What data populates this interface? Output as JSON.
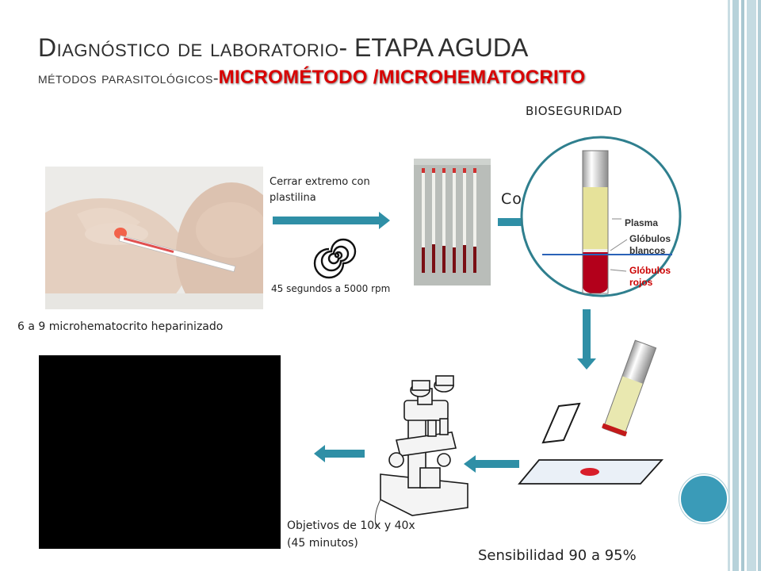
{
  "title": {
    "line1_small_caps": "Diagnóstico de laboratorio",
    "line1_rest": "- ETAPA AGUDA",
    "line2_small_caps": "métodos parasitológicos",
    "line2_dash": "-",
    "line2_highlight": "MICROMÉTODO /MICROHEMATOCRITO"
  },
  "labels": {
    "bioseguridad": "BIOSEGURIDAD",
    "cerrar": "Cerrar extremo con plastilina",
    "centrifuga": "45 segundos a 5000 rpm",
    "cortar": "Cortar",
    "microhematocrito": "6 a 9 microhematocrito heparinizado",
    "objetivos_1": "Objetivos de 10x y 40x",
    "objetivos_2": "(45 minutos)",
    "sensibilidad": "Sensibilidad 90 a 95%"
  },
  "tube_labels": {
    "plasma": "Plasma",
    "globulos_blancos_1": "Glóbulos",
    "globulos_blancos_2": "blancos",
    "globulos_rojos_1": "Glóbulos",
    "globulos_rojos_2": "rojos"
  },
  "colors": {
    "arrow": "#2f8fa6",
    "accent_circle": "#3a9bb8",
    "highlight_red": "#d90000",
    "blood": "#b3001b",
    "plasma": "#e8e6a0"
  }
}
